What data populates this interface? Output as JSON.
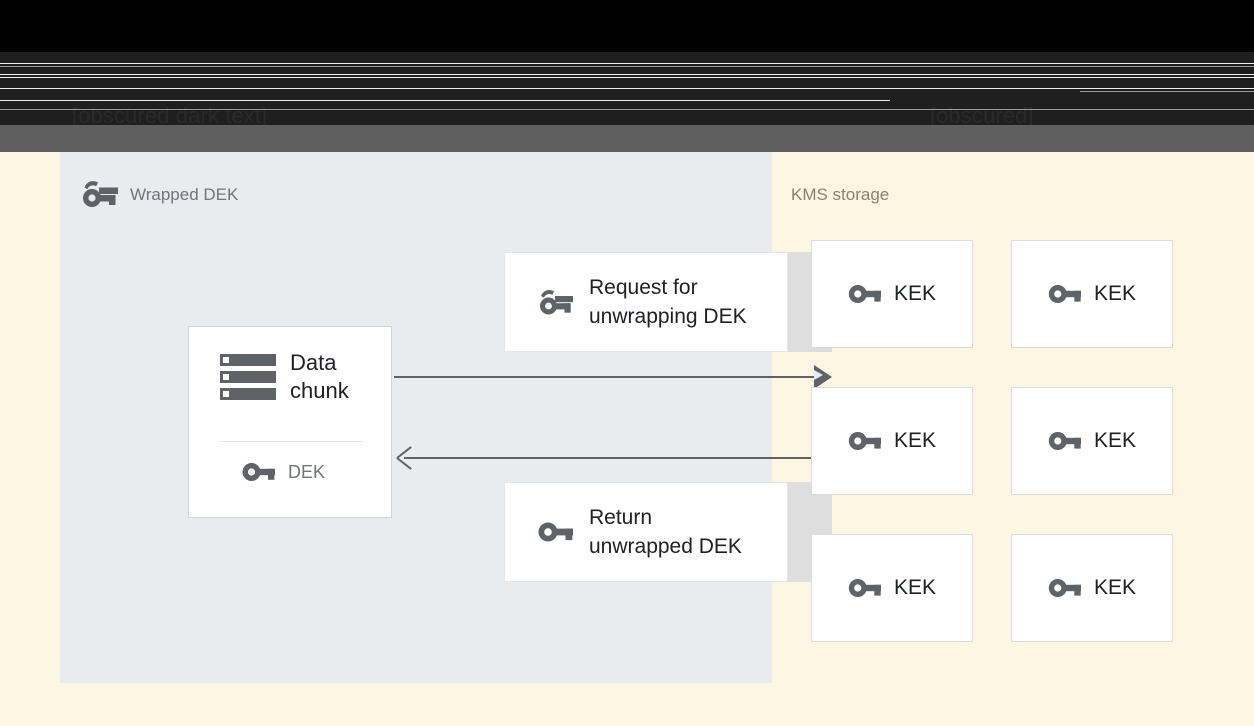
{
  "window": {
    "obscured_top_text_left": "[obscured dark text]\n[obscured dark text]",
    "obscured_top_text_right": "[obscured]\n[obscured]"
  },
  "wrapped_panel": {
    "title": "Wrapped DEK",
    "title_icon": "wrapped-key-icon",
    "data_chunk": {
      "icon": "storage-chunk-icon",
      "label": "Data\nchunk",
      "key_icon": "key-icon",
      "key_label": "DEK"
    },
    "messages": [
      {
        "icon": "wrapped-key-icon",
        "label": "Request for\nunwrapping DEK"
      },
      {
        "icon": "key-icon",
        "label": "Return\nunwrapped DEK"
      }
    ],
    "arrows": [
      {
        "name": "request-arrow",
        "direction": "right"
      },
      {
        "name": "return-arrow",
        "direction": "left"
      }
    ]
  },
  "kms_panel": {
    "title": "KMS storage",
    "keys": [
      {
        "icon": "key-icon",
        "label": "KEK"
      },
      {
        "icon": "key-icon",
        "label": "KEK"
      },
      {
        "icon": "key-icon",
        "label": "KEK"
      },
      {
        "icon": "key-icon",
        "label": "KEK"
      },
      {
        "icon": "key-icon",
        "label": "KEK"
      },
      {
        "icon": "key-icon",
        "label": "KEK"
      }
    ]
  },
  "colors": {
    "page_background": "#fdf6e3",
    "wrapped_panel_background": "#e8ecef",
    "card_background": "#ffffff",
    "icon_gray": "#5f6368",
    "text_primary": "#202124",
    "text_muted": "#70757a",
    "kms_title": "#8a8273",
    "chrome_black": "#000000",
    "chrome_dark": "#1f1f1f",
    "chrome_gray_bar": "#5f5f5f"
  }
}
